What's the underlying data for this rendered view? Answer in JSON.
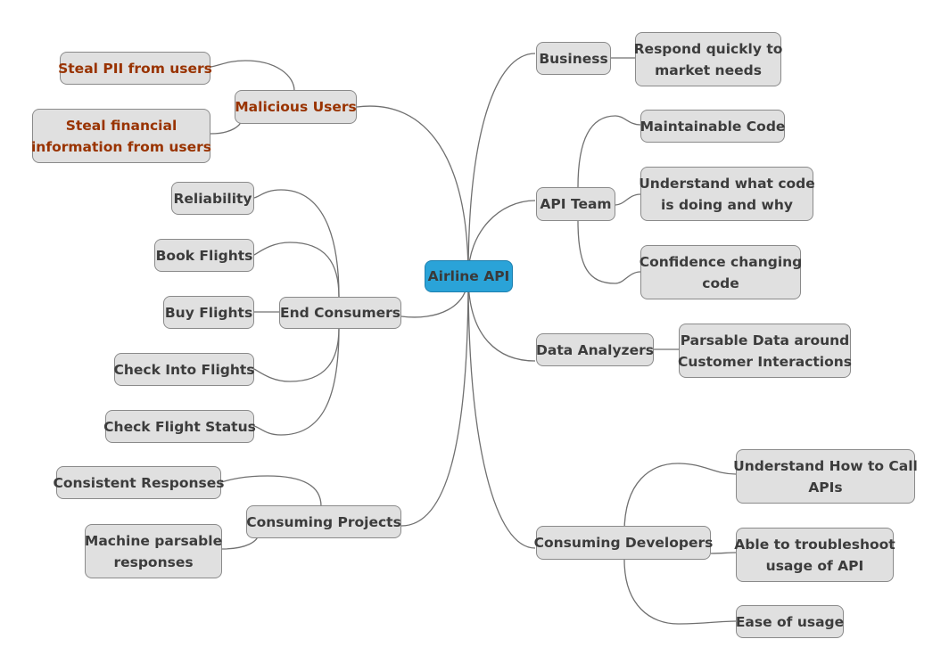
{
  "nodes": {
    "airline_api": "Airline API",
    "business": "Business",
    "respond_quickly_1": "Respond quickly to",
    "respond_quickly_2": "market needs",
    "api_team": "API Team",
    "maintainable_code": "Maintainable Code",
    "understand_code_1": "Understand what code",
    "understand_code_2": "is doing and why",
    "confidence_1": "Confidence changing",
    "confidence_2": "code",
    "data_analyzers": "Data Analyzers",
    "parsable_data_1": "Parsable Data around",
    "parsable_data_2": "Customer Interactions",
    "consuming_developers": "Consuming Developers",
    "understand_call_1": "Understand How to Call",
    "understand_call_2": "APIs",
    "troubleshoot_1": "Able to troubleshoot",
    "troubleshoot_2": "usage of API",
    "ease_of_usage": "Ease of usage",
    "malicious_users": "Malicious Users",
    "steal_pii": "Steal PII from users",
    "steal_financial_1": "Steal financial",
    "steal_financial_2": "information from users",
    "end_consumers": "End Consumers",
    "reliability": "Reliability",
    "book_flights": "Book Flights",
    "buy_flights": "Buy Flights",
    "check_into_flights": "Check Into Flights",
    "check_flight_status": "Check Flight Status",
    "consuming_projects": "Consuming Projects",
    "consistent_responses": "Consistent Responses",
    "machine_parsable_1": "Machine parsable",
    "machine_parsable_2": "responses"
  },
  "colors": {
    "root_fill": "#2aa3d8",
    "node_fill": "#e0e0e0",
    "node_text": "#3c3c3c",
    "malicious_text": "#993300",
    "link": "#707070"
  }
}
